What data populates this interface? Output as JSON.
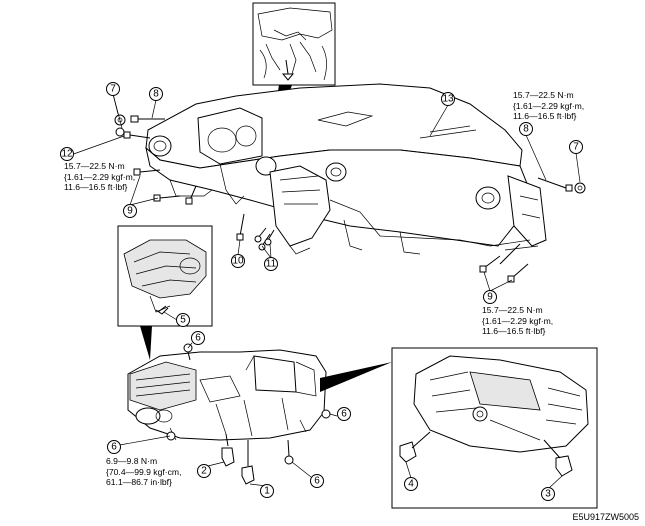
{
  "callouts": {
    "c1": "1",
    "c2": "2",
    "c3": "3",
    "c4": "4",
    "c5": "5",
    "c6": "6",
    "c7": "7",
    "c8": "8",
    "c9": "9",
    "c10": "10",
    "c11": "11",
    "c12": "12",
    "c13": "13"
  },
  "torque_specs": {
    "upper_right": [
      "15.7—22.5 N·m",
      "{1.61—2.29 kgf·m,",
      "11.6—16.5 ft·lbf}"
    ],
    "left": [
      "15.7—22.5 N·m",
      "{1.61—2.29 kgf·m,",
      "11.6—16.5 ft·lbf}"
    ],
    "lower_right": [
      "15.7—22.5 N·m",
      "{1.61—2.29 kgf·m,",
      "11.6—16.5 ft·lbf}"
    ],
    "bottom_left": [
      "6.9—9.8 N·m",
      "{70.4—99.9 kgf·cm,",
      "61.1—86.7 in·lbf}"
    ]
  },
  "figure_code": "E5U917ZW5005"
}
